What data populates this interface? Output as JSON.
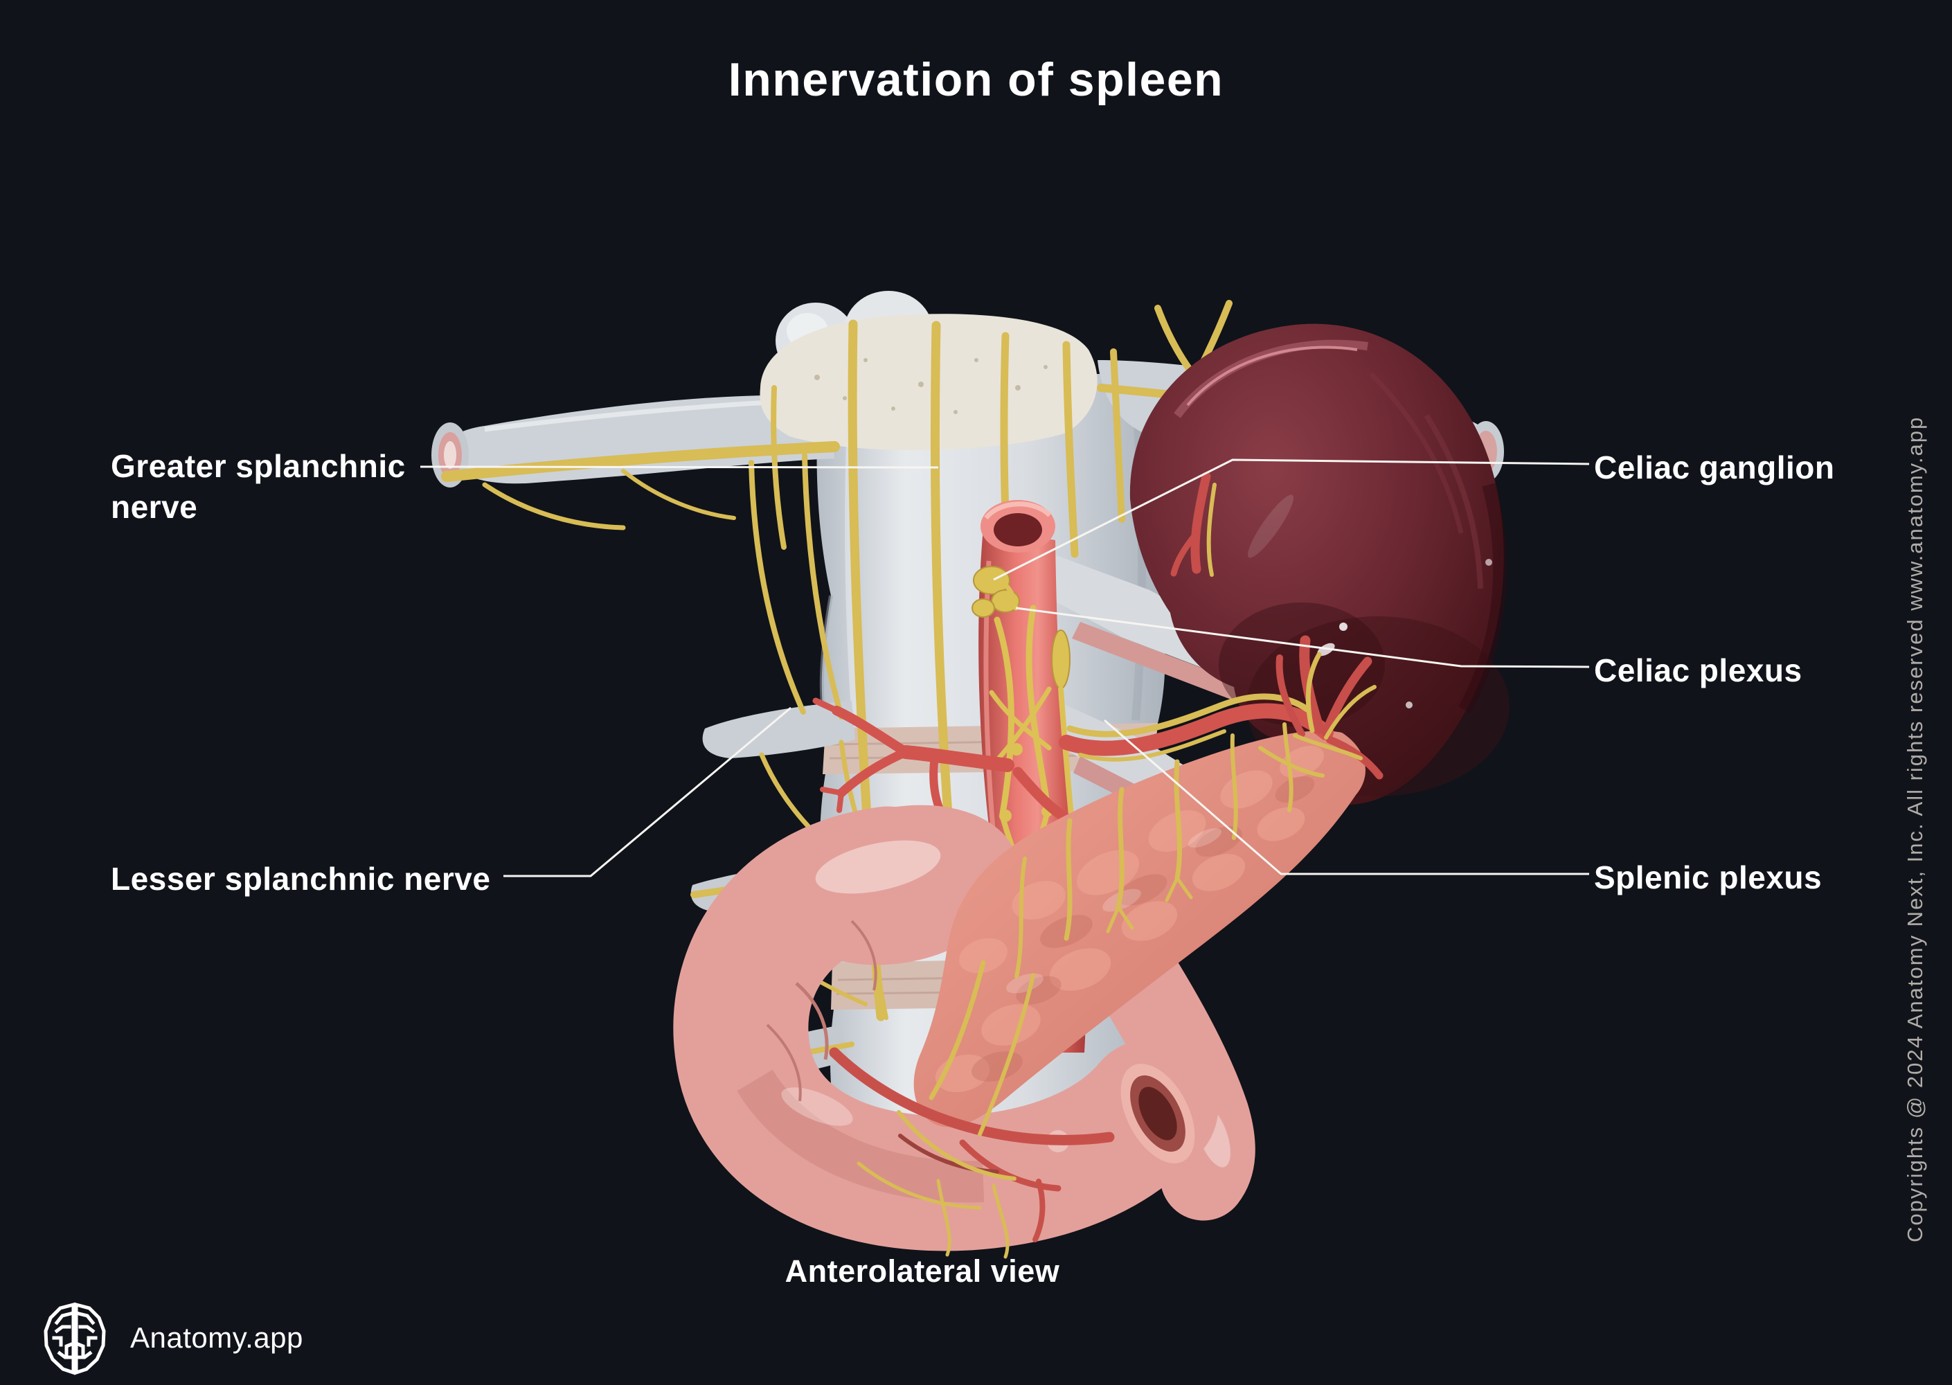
{
  "title": "Innervation of spleen",
  "view_caption": "Anterolateral view",
  "copyright_notice": "Copyrights @ 2024 Anatomy Next, Inc. All rights reserved www.anatomy.app",
  "brand": {
    "name": "Anatomy.app",
    "logo_icon": "brain-icon"
  },
  "annotations": [
    {
      "id": "greater-splanchnic-nerve",
      "text": "Greater splanchnic nerve",
      "side": "left"
    },
    {
      "id": "lesser-splanchnic-nerve",
      "text": "Lesser splanchnic nerve",
      "side": "left"
    },
    {
      "id": "celiac-ganglion",
      "text": "Celiac ganglion",
      "side": "right"
    },
    {
      "id": "celiac-plexus",
      "text": "Celiac plexus",
      "side": "right"
    },
    {
      "id": "splenic-plexus",
      "text": "Splenic plexus",
      "side": "right"
    }
  ],
  "illustration_colors": {
    "background": "#10131a",
    "label_text": "#ffffff",
    "leader_line": "#f7f5f1",
    "copyright_text": "#b0aca7",
    "nerve_yellow": "#d8bc55",
    "artery_red": "#d2544f",
    "spleen_maroon": "#5c2129",
    "bone_gray": "#ccd2d8",
    "pancreas_pink": "#dd8b7d",
    "duodenum_pink": "#e3a09a"
  }
}
